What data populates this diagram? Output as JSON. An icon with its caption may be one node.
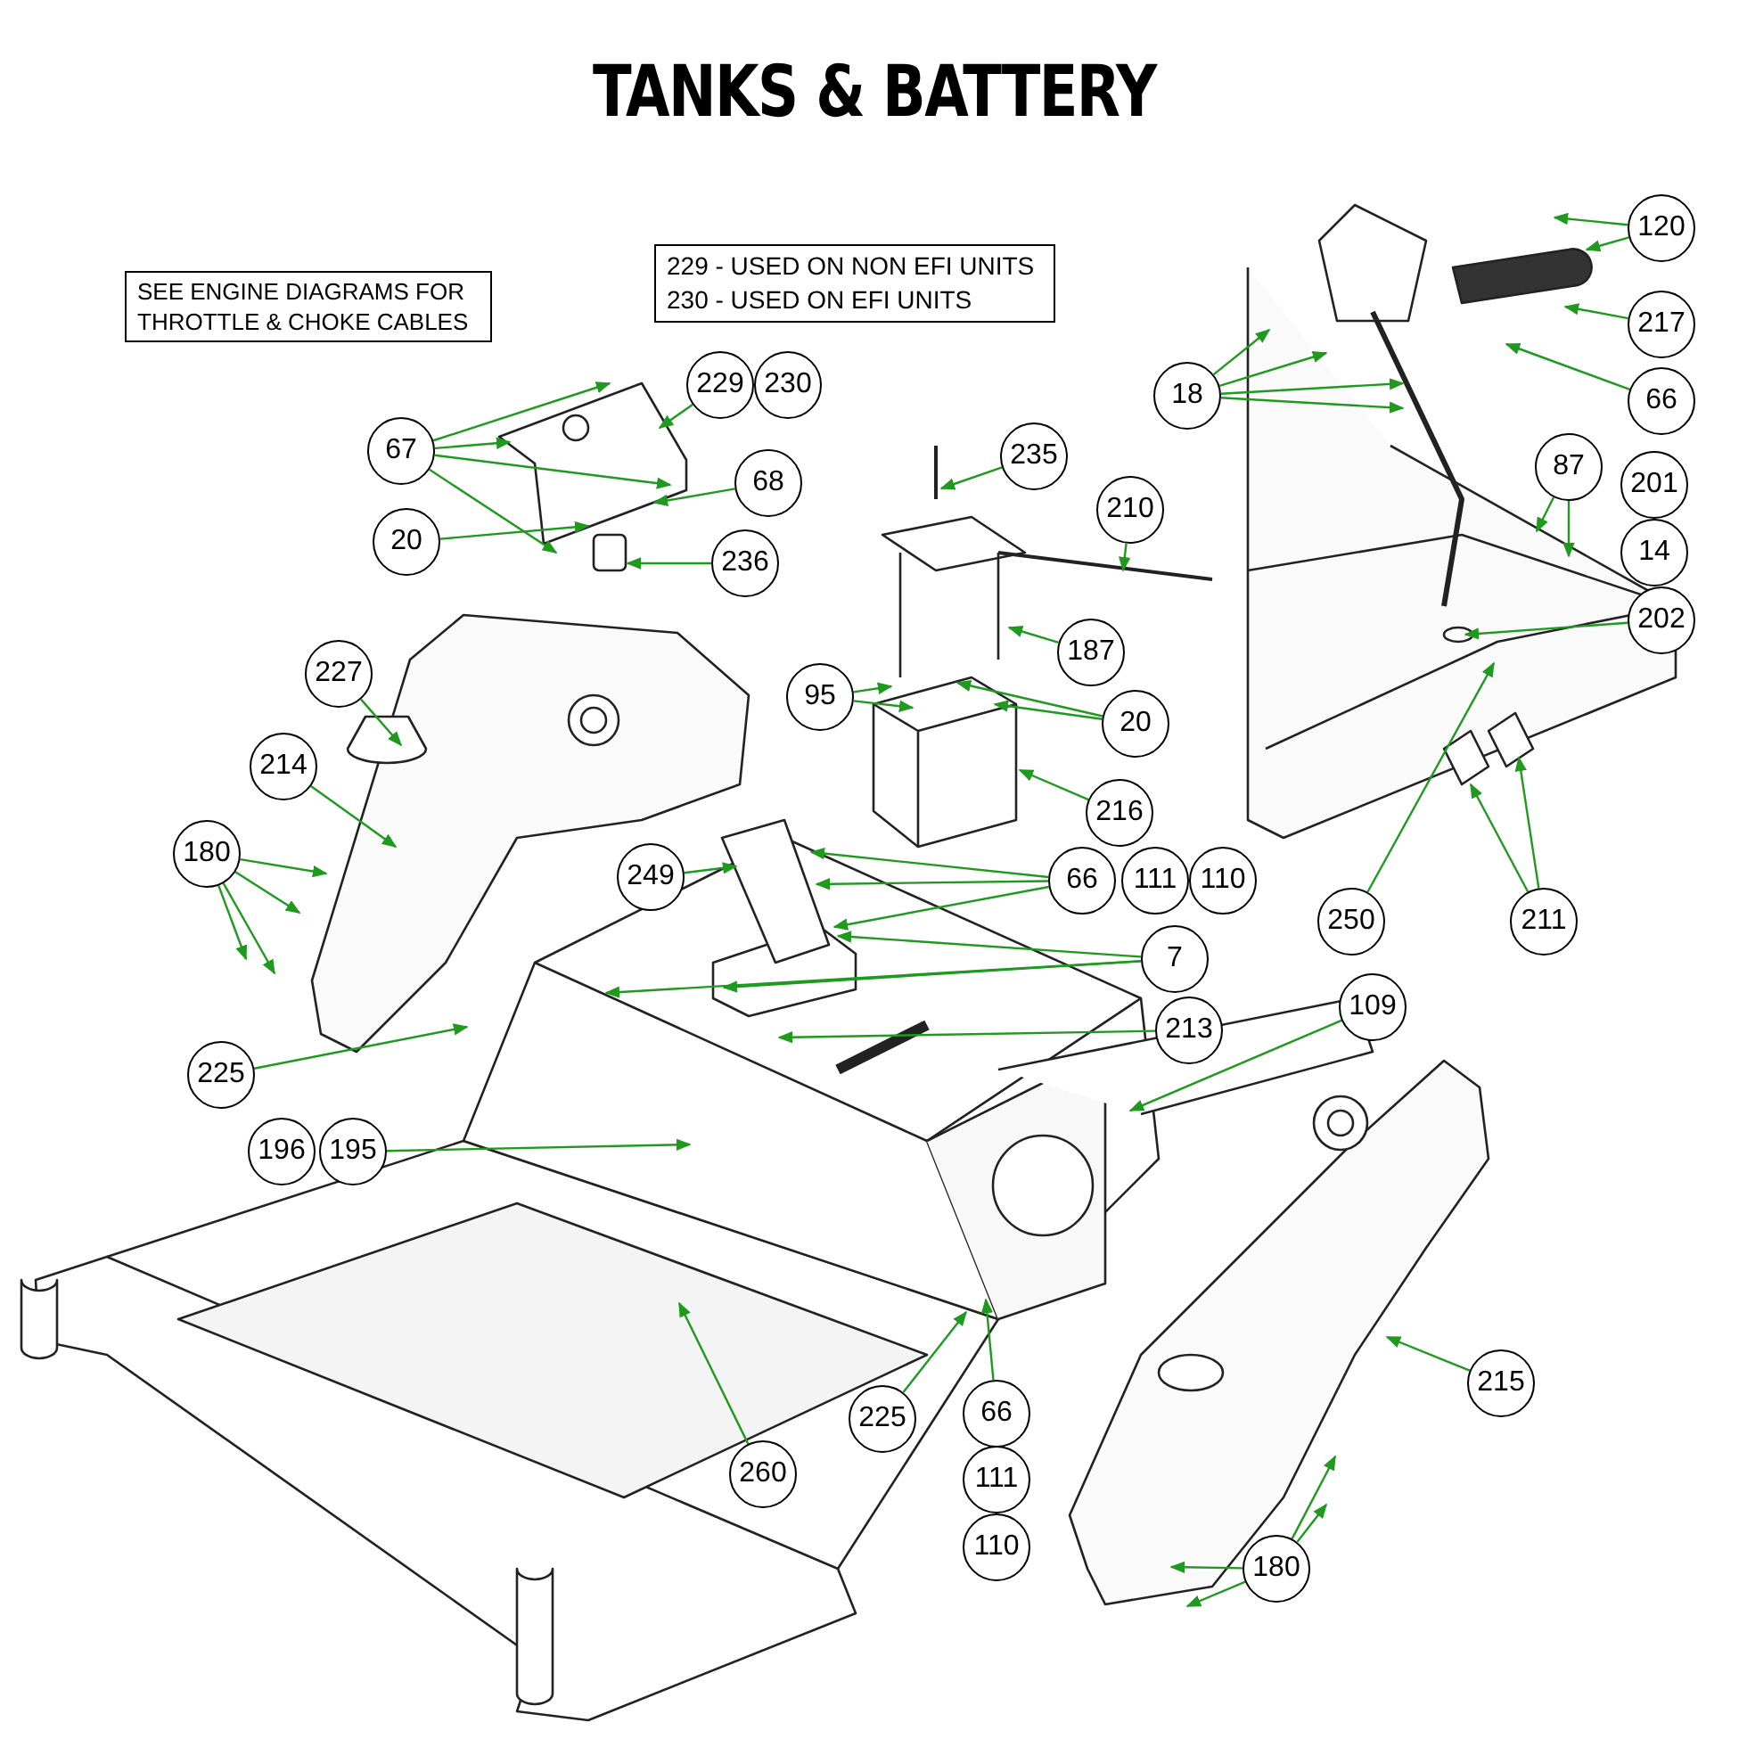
{
  "diagram": {
    "title": "TANKS & BATTERY",
    "nodes": [
      {
        "text": [
          "120"
        ]
      },
      {
        "text": [
          "217"
        ]
      },
      {
        "text": [
          "18"
        ]
      },
      {
        "text": [
          "66"
        ]
      },
      {
        "text": [
          "229"
        ]
      },
      {
        "text": [
          "230"
        ]
      },
      {
        "text": [
          "67"
        ]
      },
      {
        "text": [
          "235"
        ]
      },
      {
        "text": [
          "68"
        ]
      },
      {
        "text": [
          "210"
        ]
      },
      {
        "text": [
          "87"
        ]
      },
      {
        "text": [
          "201"
        ]
      },
      {
        "text": [
          "20"
        ]
      },
      {
        "text": [
          "236"
        ]
      },
      {
        "text": [
          "14"
        ]
      },
      {
        "text": [
          "202"
        ]
      },
      {
        "text": [
          "187"
        ]
      },
      {
        "text": [
          "227"
        ]
      },
      {
        "text": [
          "95"
        ]
      },
      {
        "text": [
          "20"
        ]
      },
      {
        "text": [
          "214"
        ]
      },
      {
        "text": [
          "216"
        ]
      },
      {
        "text": [
          "180"
        ]
      },
      {
        "text": [
          "249"
        ]
      },
      {
        "text": [
          "66"
        ]
      },
      {
        "text": [
          "111"
        ]
      },
      {
        "text": [
          "110"
        ]
      },
      {
        "text": [
          "250"
        ]
      },
      {
        "text": [
          "211"
        ]
      },
      {
        "text": [
          "7"
        ]
      },
      {
        "text": [
          "213"
        ]
      },
      {
        "text": [
          "109"
        ]
      },
      {
        "text": [
          "225"
        ]
      },
      {
        "text": [
          "196"
        ]
      },
      {
        "text": [
          "195"
        ]
      },
      {
        "text": [
          "215"
        ]
      },
      {
        "text": [
          "225"
        ]
      },
      {
        "text": [
          "66"
        ]
      },
      {
        "text": [
          "260"
        ]
      },
      {
        "text": [
          "111"
        ]
      },
      {
        "text": [
          "110"
        ]
      },
      {
        "text": [
          "180"
        ]
      }
    ],
    "edges": [
      {
        "from": 0,
        "to": null,
        "arrow": "to"
      },
      {
        "from": 0,
        "to": null,
        "arrow": "to"
      },
      {
        "from": 1,
        "to": null,
        "arrow": "to"
      },
      {
        "from": 2,
        "to": null,
        "arrow": "to"
      },
      {
        "from": 2,
        "to": null,
        "arrow": "to"
      },
      {
        "from": 2,
        "to": null,
        "arrow": "to"
      },
      {
        "from": 2,
        "to": null,
        "arrow": "to"
      },
      {
        "from": 3,
        "to": null,
        "arrow": "to"
      },
      {
        "from": 10,
        "to": null,
        "arrow": "to"
      },
      {
        "from": 10,
        "to": null,
        "arrow": "to"
      },
      {
        "from": 15,
        "to": null,
        "arrow": "to"
      },
      {
        "from": 4,
        "to": null,
        "arrow": "to"
      },
      {
        "from": 6,
        "to": null,
        "arrow": "to"
      },
      {
        "from": 6,
        "to": null,
        "arrow": "to"
      },
      {
        "from": 6,
        "to": null,
        "arrow": "to"
      },
      {
        "from": 6,
        "to": null,
        "arrow": "to"
      },
      {
        "from": 8,
        "to": null,
        "arrow": "to"
      },
      {
        "from": 12,
        "to": null,
        "arrow": "to"
      },
      {
        "from": 13,
        "to": null,
        "arrow": "to"
      },
      {
        "from": 7,
        "to": null,
        "arrow": "to"
      },
      {
        "from": 9,
        "to": null,
        "arrow": "to"
      },
      {
        "from": 16,
        "to": null,
        "arrow": "to"
      },
      {
        "from": 17,
        "to": null,
        "arrow": "to"
      },
      {
        "from": 18,
        "to": null,
        "arrow": "to"
      },
      {
        "from": 18,
        "to": null,
        "arrow": "to"
      },
      {
        "from": 19,
        "to": null,
        "arrow": "to"
      },
      {
        "from": 19,
        "to": null,
        "arrow": "to"
      },
      {
        "from": 20,
        "to": null,
        "arrow": "to"
      },
      {
        "from": 21,
        "to": null,
        "arrow": "to"
      },
      {
        "from": 22,
        "to": null,
        "arrow": "to"
      },
      {
        "from": 22,
        "to": null,
        "arrow": "to"
      },
      {
        "from": 22,
        "to": null,
        "arrow": "to"
      },
      {
        "from": 22,
        "to": null,
        "arrow": "to"
      },
      {
        "from": 23,
        "to": null,
        "arrow": "to"
      },
      {
        "from": 24,
        "to": null,
        "arrow": "to"
      },
      {
        "from": 24,
        "to": null,
        "arrow": "to"
      },
      {
        "from": 24,
        "to": null,
        "arrow": "to"
      },
      {
        "from": 29,
        "to": null,
        "arrow": "to"
      },
      {
        "from": 29,
        "to": null,
        "arrow": "to"
      },
      {
        "from": 29,
        "to": null,
        "arrow": "to"
      },
      {
        "from": 30,
        "to": null,
        "arrow": "to"
      },
      {
        "from": 31,
        "to": null,
        "arrow": "to"
      },
      {
        "from": 27,
        "to": null,
        "arrow": "to"
      },
      {
        "from": 28,
        "to": null,
        "arrow": "to"
      },
      {
        "from": 28,
        "to": null,
        "arrow": "to"
      },
      {
        "from": 32,
        "to": null,
        "arrow": "to"
      },
      {
        "from": 34,
        "to": null,
        "arrow": "to"
      },
      {
        "from": 35,
        "to": null,
        "arrow": "to"
      },
      {
        "from": 36,
        "to": null,
        "arrow": "to"
      },
      {
        "from": 37,
        "to": null,
        "arrow": "to"
      },
      {
        "from": 38,
        "to": null,
        "arrow": "to"
      },
      {
        "from": 41,
        "to": null,
        "arrow": "to"
      },
      {
        "from": 41,
        "to": null,
        "arrow": "to"
      },
      {
        "from": 41,
        "to": null,
        "arrow": "to"
      },
      {
        "from": 41,
        "to": null,
        "arrow": "to"
      }
    ],
    "labels": [
      "SEE ENGINE DIAGRAMS FOR THROTTLE & CHOKE CABLES",
      "229 - USED ON NON EFI UNITS",
      "230 - USED ON EFI UNITS"
    ]
  }
}
